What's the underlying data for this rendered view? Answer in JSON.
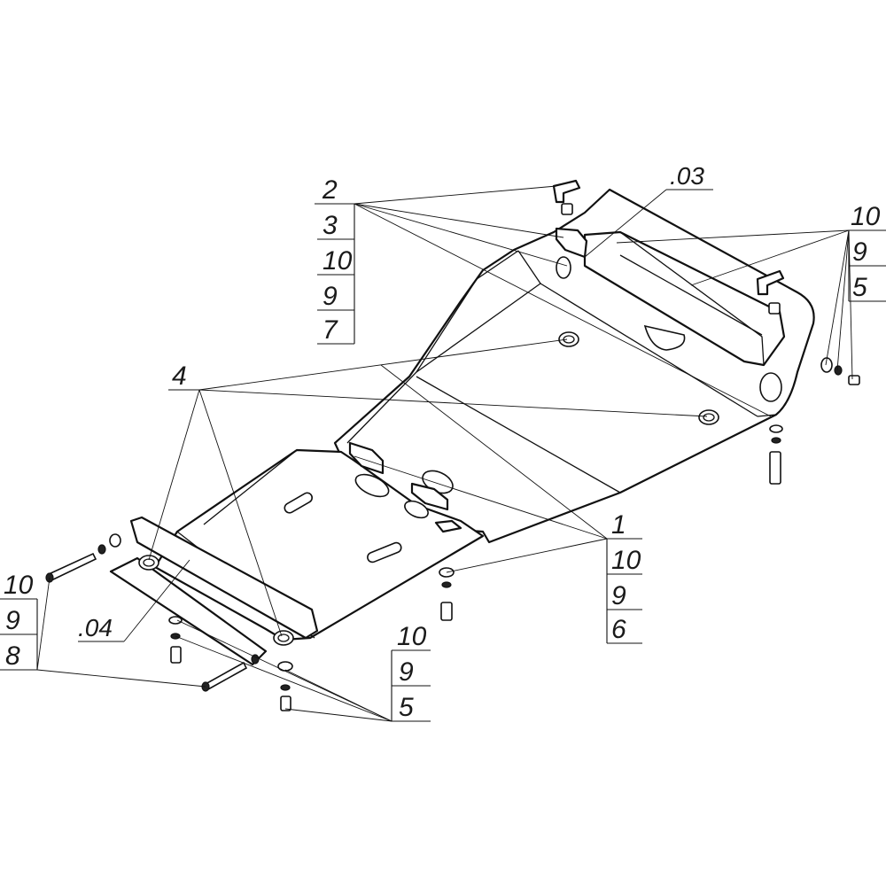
{
  "callouts": {
    "top_left_stack": [
      "2",
      "3",
      "10",
      "9",
      "7"
    ],
    "top_right_stack": [
      "10",
      "9",
      "5"
    ],
    "mid_right_stack": [
      "1",
      "10",
      "9",
      "6"
    ],
    "bottom_left_stack": [
      "10",
      "9",
      "8"
    ],
    "bottom_mid_stack": [
      "10",
      "9",
      "5"
    ],
    "label_4": "4",
    "label_03": ".03",
    "label_04": ".04"
  }
}
